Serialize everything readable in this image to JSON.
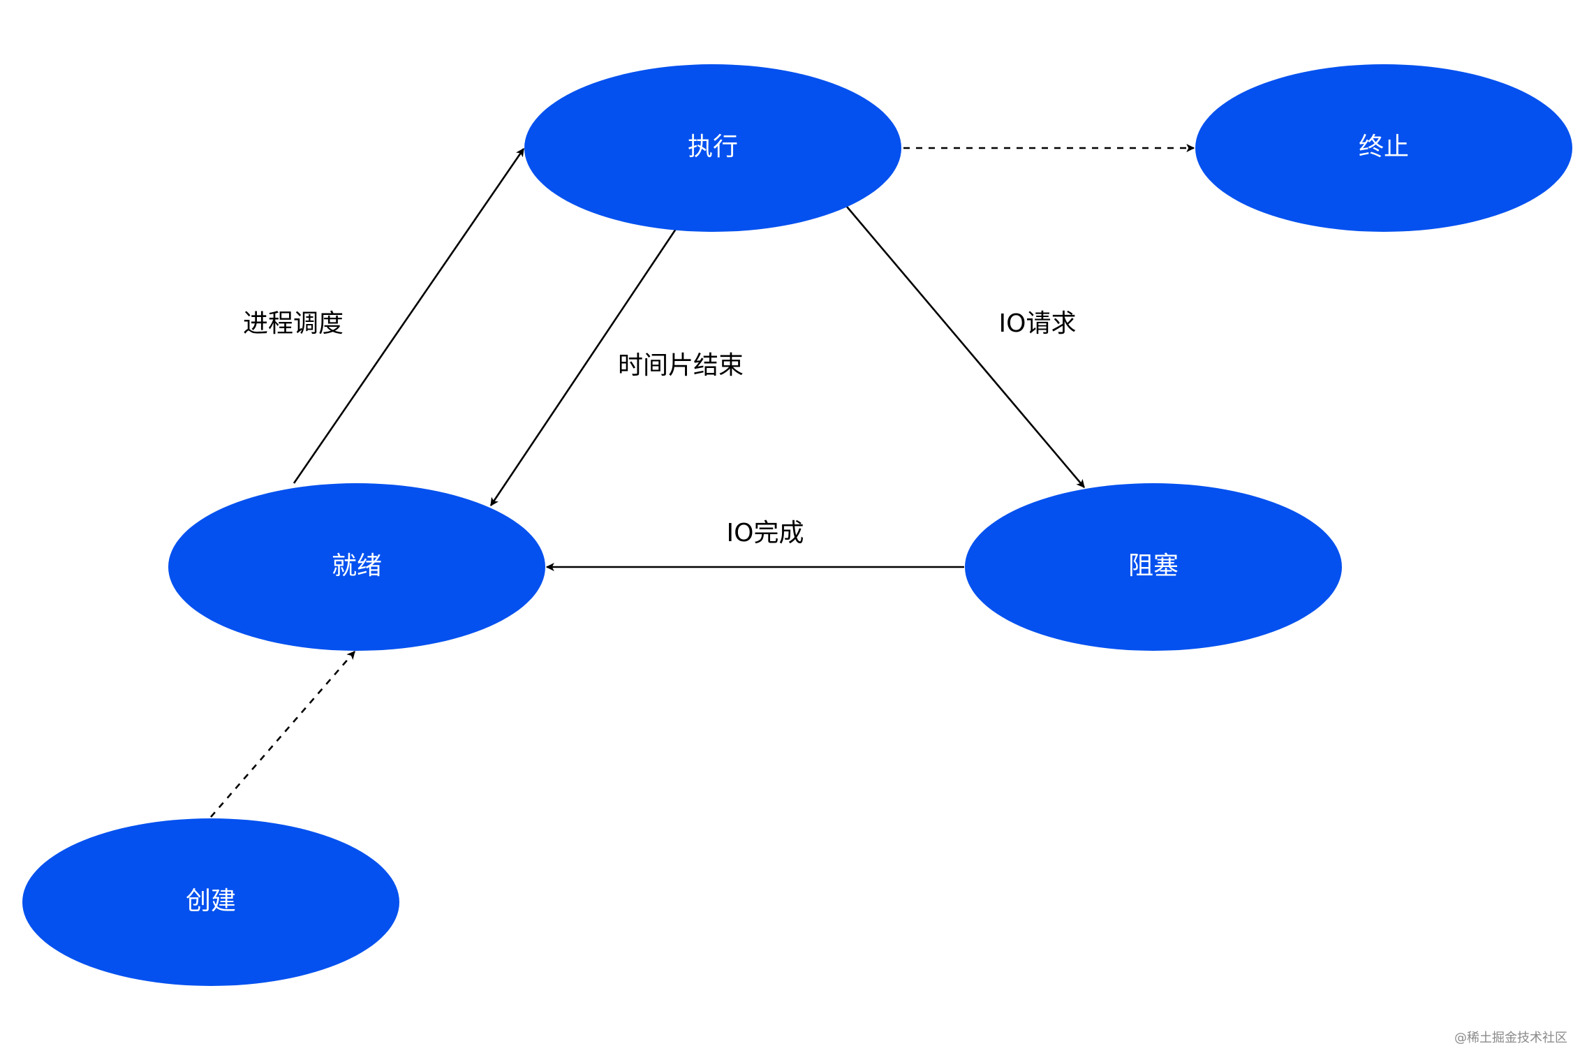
{
  "diagram": {
    "node_color": "#0451ef",
    "nodes": [
      {
        "id": "running",
        "label": "执行"
      },
      {
        "id": "terminated",
        "label": "终止"
      },
      {
        "id": "ready",
        "label": "就绪"
      },
      {
        "id": "blocked",
        "label": "阻塞"
      },
      {
        "id": "created",
        "label": "创建"
      }
    ],
    "edges": [
      {
        "from": "ready",
        "to": "running",
        "label": "进程调度",
        "style": "solid"
      },
      {
        "from": "running",
        "to": "ready",
        "label": "时间片结束",
        "style": "solid"
      },
      {
        "from": "running",
        "to": "blocked",
        "label": "IO请求",
        "style": "solid"
      },
      {
        "from": "blocked",
        "to": "ready",
        "label": "IO完成",
        "style": "solid"
      },
      {
        "from": "running",
        "to": "terminated",
        "label": "",
        "style": "dashed"
      },
      {
        "from": "created",
        "to": "ready",
        "label": "",
        "style": "dashed"
      }
    ]
  },
  "watermark": "@稀土掘金技术社区"
}
